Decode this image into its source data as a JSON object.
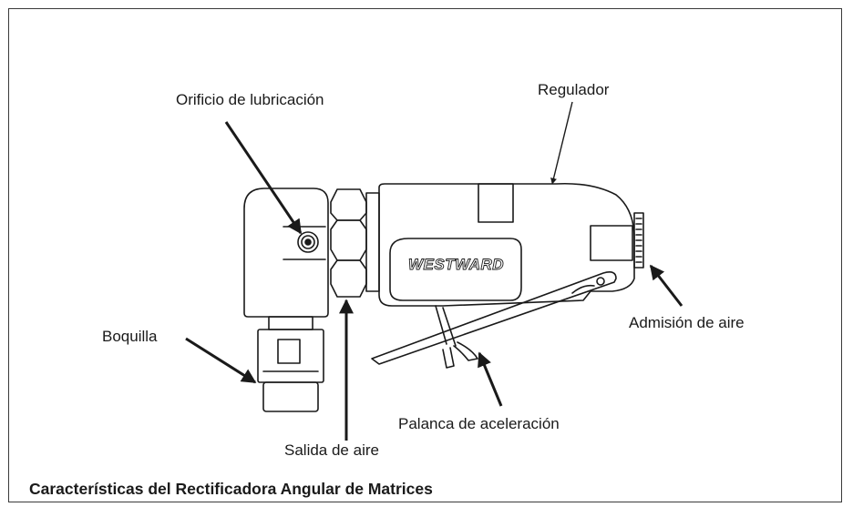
{
  "labels": {
    "lube_port": "Orificio de lubricación",
    "regulator": "Regulador",
    "nozzle": "Boquilla",
    "air_inlet": "Admisión de aire",
    "throttle_lever": "Palanca de aceleración",
    "air_outlet": "Salida de aire"
  },
  "brand": "WESTWARD",
  "caption": "Características del Rectificadora Angular de Matrices"
}
